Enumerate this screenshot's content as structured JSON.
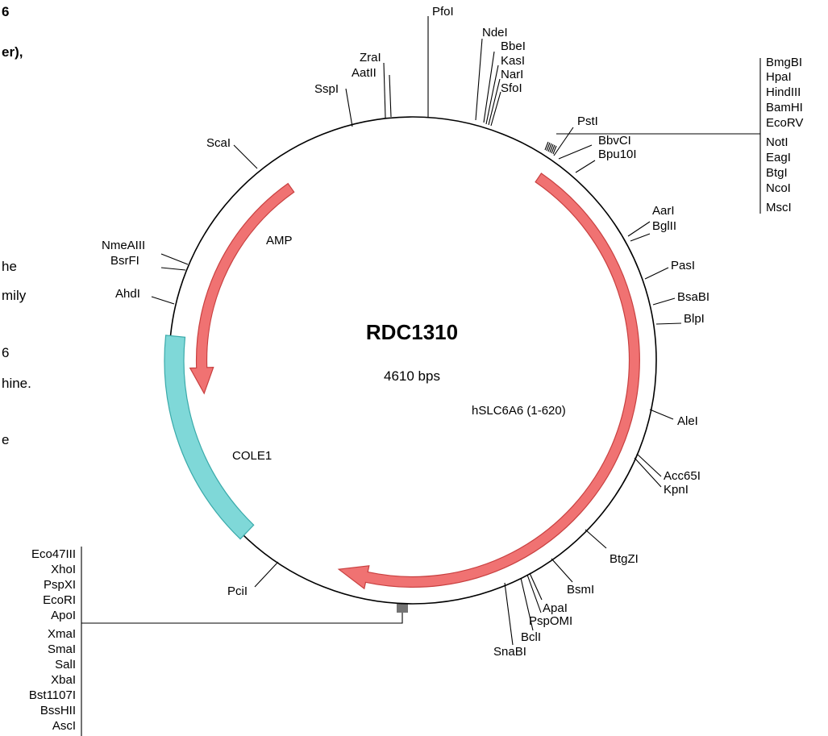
{
  "plasmid": {
    "name": "RDC1310",
    "size": "4610 bps"
  },
  "side_text": [
    "6",
    "er),",
    "he",
    "mily",
    "6",
    "hine.",
    "e"
  ],
  "features": [
    {
      "name": "AMP",
      "type": "arrow",
      "color": "#f07272",
      "stroke": "#c84040"
    },
    {
      "name": "hSLC6A6 (1-620)",
      "type": "arrow",
      "color": "#f07272",
      "stroke": "#c84040"
    },
    {
      "name": "COLE1",
      "type": "box",
      "color": "#7fd8d8",
      "stroke": "#3aaaaa"
    }
  ],
  "sites": [
    "PfoI",
    "NdeI",
    "BbeI",
    "KasI",
    "NarI",
    "SfoI",
    "ZraI",
    "AatII",
    "SspI",
    "ScaI",
    "NmeAIII",
    "BsrFI",
    "AhdI",
    "PstI",
    "BbvCI",
    "Bpu10I",
    "AarI",
    "BglII",
    "PasI",
    "BsaBI",
    "BlpI",
    "AleI",
    "Acc65I",
    "KpnI",
    "BtgZI",
    "BsmI",
    "ApaI",
    "PspOMI",
    "BclI",
    "SnaBI",
    "PciI"
  ],
  "mcs_right": [
    "BmgBI",
    "HpaI",
    "HindIII",
    "BamHI",
    "EcoRV",
    "NotI",
    "EagI",
    "BtgI",
    "NcoI",
    "MscI"
  ],
  "mcs_left": [
    "Eco47III",
    "XhoI",
    "PspXI",
    "EcoRI",
    "ApoI",
    "XmaI",
    "SmaI",
    "SalI",
    "XbaI",
    "Bst1107I",
    "BssHII",
    "AscI"
  ]
}
